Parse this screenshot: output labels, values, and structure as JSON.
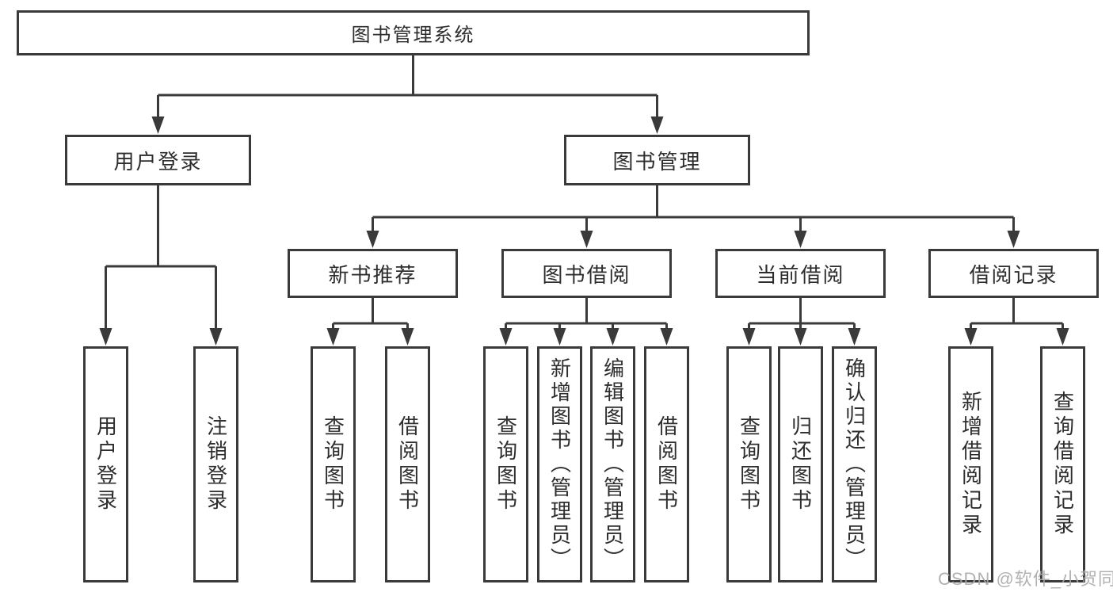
{
  "diagram": {
    "nodes": {
      "root": "图书管理系统",
      "level2": [
        "用户登录",
        "图书管理"
      ],
      "level3": [
        "新书推荐",
        "图书借阅",
        "当前借阅",
        "借阅记录"
      ],
      "leaves_user_login": [
        "用户登录",
        "注销登录"
      ],
      "leaves_new_book": [
        "查询图书",
        "借阅图书"
      ],
      "leaves_book_borrow": [
        "查询图书",
        "新增图书（管理员）",
        "编辑图书（管理员）",
        "借阅图书"
      ],
      "leaves_current_borrow": [
        "查询图书",
        "归还图书",
        "确认归还（管理员）"
      ],
      "leaves_borrow_record": [
        "新增借阅记录",
        "查询借阅记录"
      ]
    },
    "watermark": "CSDN @软件_小贺同学",
    "colors": {
      "line": "#3a3a3a",
      "text": "#2d2d2d",
      "box_fill": "#ffffff",
      "watermark": "#a8a8a8",
      "background": "#ffffff"
    }
  }
}
